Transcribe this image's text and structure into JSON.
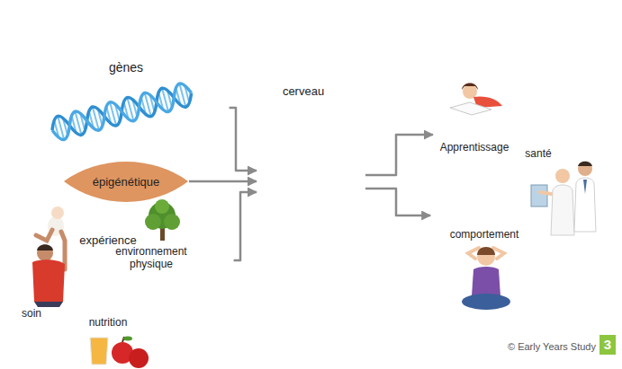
{
  "diagram": {
    "nodes": [
      {
        "text": [
          "gènes"
        ]
      },
      {
        "text": [
          "épigénétique"
        ]
      },
      {
        "text": [
          "expérience",
          "environnement physique",
          "soin",
          "nutrition"
        ]
      },
      {
        "text": [
          "cerveau"
        ]
      },
      {
        "text": [
          "Apprentissage"
        ]
      },
      {
        "text": [
          "santé"
        ]
      },
      {
        "text": [
          "comportement"
        ]
      }
    ],
    "edges": [
      {
        "from": 0,
        "to": 3,
        "arrow": "to"
      },
      {
        "from": 1,
        "to": 3,
        "arrow": "to"
      },
      {
        "from": 2,
        "to": 3,
        "arrow": "to"
      },
      {
        "from": 3,
        "to": 4,
        "arrow": "to"
      },
      {
        "from": 3,
        "to": 6,
        "arrow": "to"
      }
    ],
    "labels": [
      "© Early Years Study",
      "3"
    ]
  }
}
